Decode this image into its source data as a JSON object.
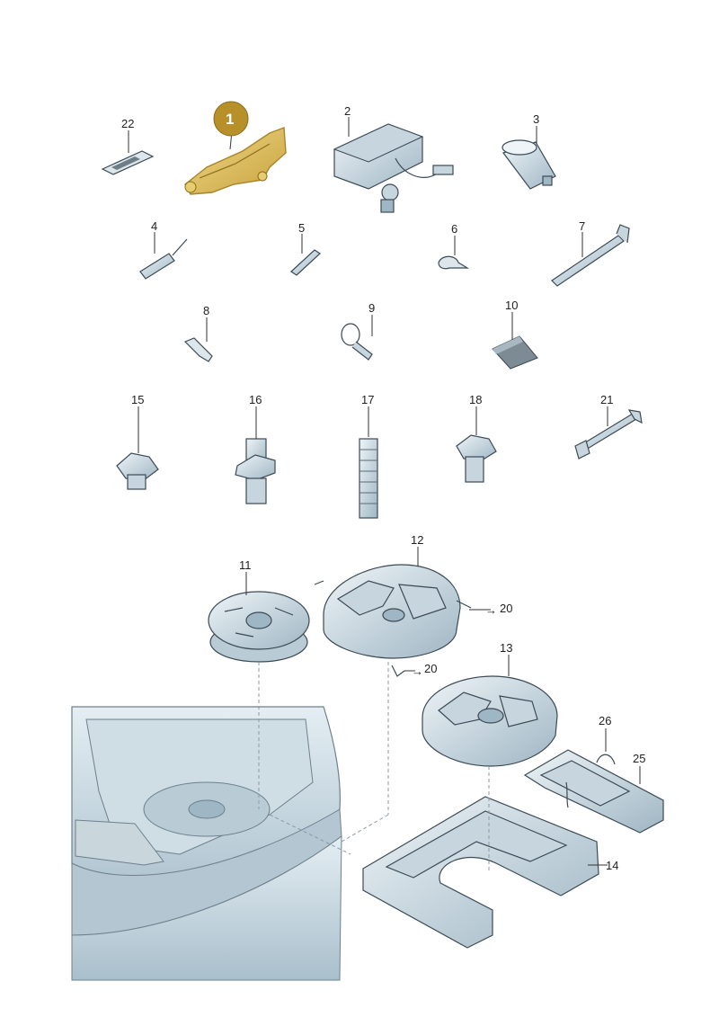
{
  "highlight_color": "#b8902a",
  "part_color": "#d6e3ea",
  "part_dark": "#9fb6c4",
  "badge": {
    "label": "1"
  },
  "callouts": {
    "p2": "2",
    "p3": "3",
    "p4": "4",
    "p5": "5",
    "p6": "6",
    "p7": "7",
    "p8": "8",
    "p9": "9",
    "p10": "10",
    "p11": "11",
    "p12": "12",
    "p13": "13",
    "p14": "14",
    "p15": "15",
    "p16": "16",
    "p17": "17",
    "p18": "18",
    "p20a": "20",
    "p20b": "20",
    "p21": "21",
    "p22": "22",
    "p25": "25",
    "p26": "26"
  },
  "arrow_glyph": "→"
}
